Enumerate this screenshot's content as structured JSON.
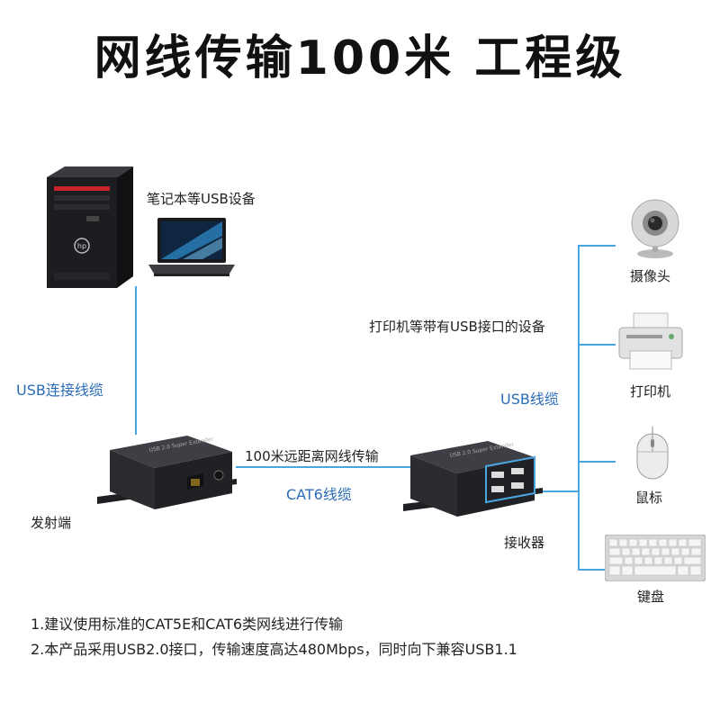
{
  "title": "网线传输100米  工程级",
  "labels": {
    "laptop_devices": "笔记本等USB设备",
    "usb_cable_left": "USB连接线缆",
    "long_distance": "100米远距离网线传输",
    "cat6": "CAT6线缆",
    "transmitter": "发射端",
    "receiver": "接收器",
    "printer_devices": "打印机等带有USB接口的设备",
    "usb_cable_right": "USB线缆",
    "camera": "摄像头",
    "printer": "打印机",
    "mouse": "鼠标",
    "keyboard": "键盘"
  },
  "notes": [
    "1.建议使用标准的CAT5E和CAT6类网线进行传输",
    "2.本产品采用USB2.0接口，传输速度高达480Mbps，同时向下兼容USB1.1"
  ],
  "colors": {
    "accent": "#4aa6e0",
    "label_blue": "#2b6cb8",
    "device_dark": "#2a2c30"
  }
}
